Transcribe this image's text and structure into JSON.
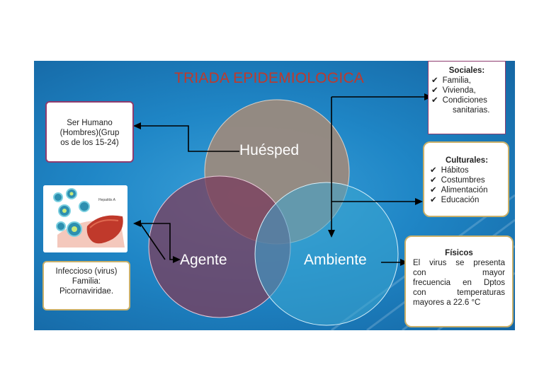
{
  "title": "TRIADA EPIDEMIOLOGICA",
  "circles": {
    "huesped": "Huésped",
    "agente": "Agente",
    "ambiente": "Ambiente"
  },
  "human_box": {
    "lines": [
      "Ser Humano",
      "(Hombres)(Grup",
      "os de los 15-24)"
    ]
  },
  "agent_box": {
    "lines": [
      "Infeccioso (virus)",
      "Familia:",
      "Picornaviridae."
    ]
  },
  "sociales": {
    "heading": "Sociales:",
    "items": [
      "Familia,",
      "Vivienda,",
      "Condiciones",
      "sanitarias."
    ]
  },
  "culturales": {
    "heading": "Culturales:",
    "items": [
      "Hábitos",
      "Costumbres",
      "Alimentación",
      "Educación"
    ]
  },
  "fisicos": {
    "heading": "Físicos",
    "lines": [
      "El virus se presenta",
      "con mayor",
      "frecuencia en Dptos",
      "con temperaturas",
      "mayores a 22.6 °C"
    ]
  },
  "image": {
    "label": "Hepatitis A"
  },
  "colors": {
    "title": "#c0392b",
    "background": "#1f86c6",
    "huesped_circle": "#9a8a7e",
    "agente_circle": "#7a3f5e",
    "ambiente_circle": "#3aa6cf",
    "box_border": "#8e3b6e"
  },
  "icons": {
    "check": "checkmark-icon"
  }
}
